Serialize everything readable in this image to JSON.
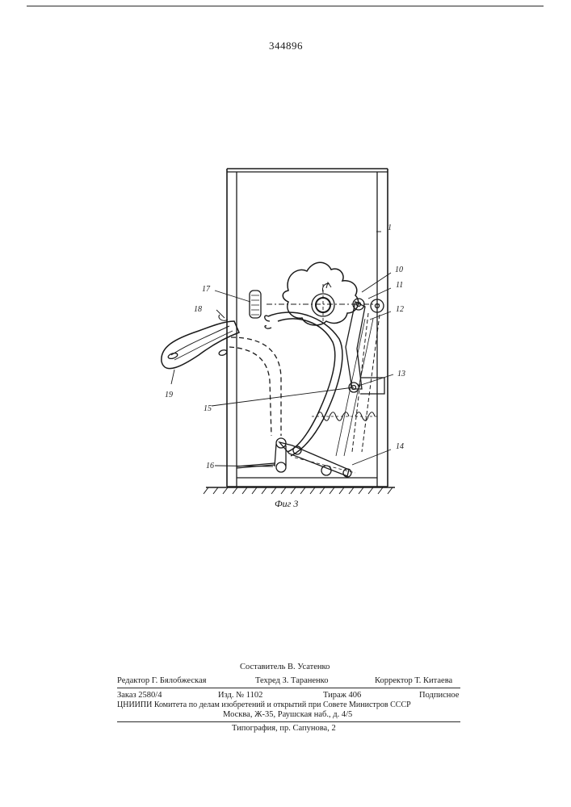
{
  "document": {
    "patent_number": "344896"
  },
  "figure": {
    "caption": "Фиг 3",
    "labels": {
      "l1": "1",
      "l10": "10",
      "l11": "11",
      "l12": "12",
      "l13": "13",
      "l14": "14",
      "l15": "15",
      "l16": "16",
      "l17": "17",
      "l18": "18",
      "l19": "19"
    }
  },
  "colophon": {
    "compiler": "Составитель В. Усатенко",
    "editor": "Редактор Г. Бялобжеская",
    "tech_editor": "Техред З. Тараненко",
    "proofreader": "Корректор Т. Китаева",
    "order": "Заказ 2580/4",
    "edition": "Изд. № 1102",
    "circulation": "Тираж 406",
    "subscription": "Подписное",
    "institute": "ЦНИИПИ Комитета по делам изобретений и открытий при Совете Министров СССР",
    "address": "Москва, Ж-35, Раушская наб., д. 4/5",
    "printer": "Типография, пр. Сапунова, 2"
  }
}
